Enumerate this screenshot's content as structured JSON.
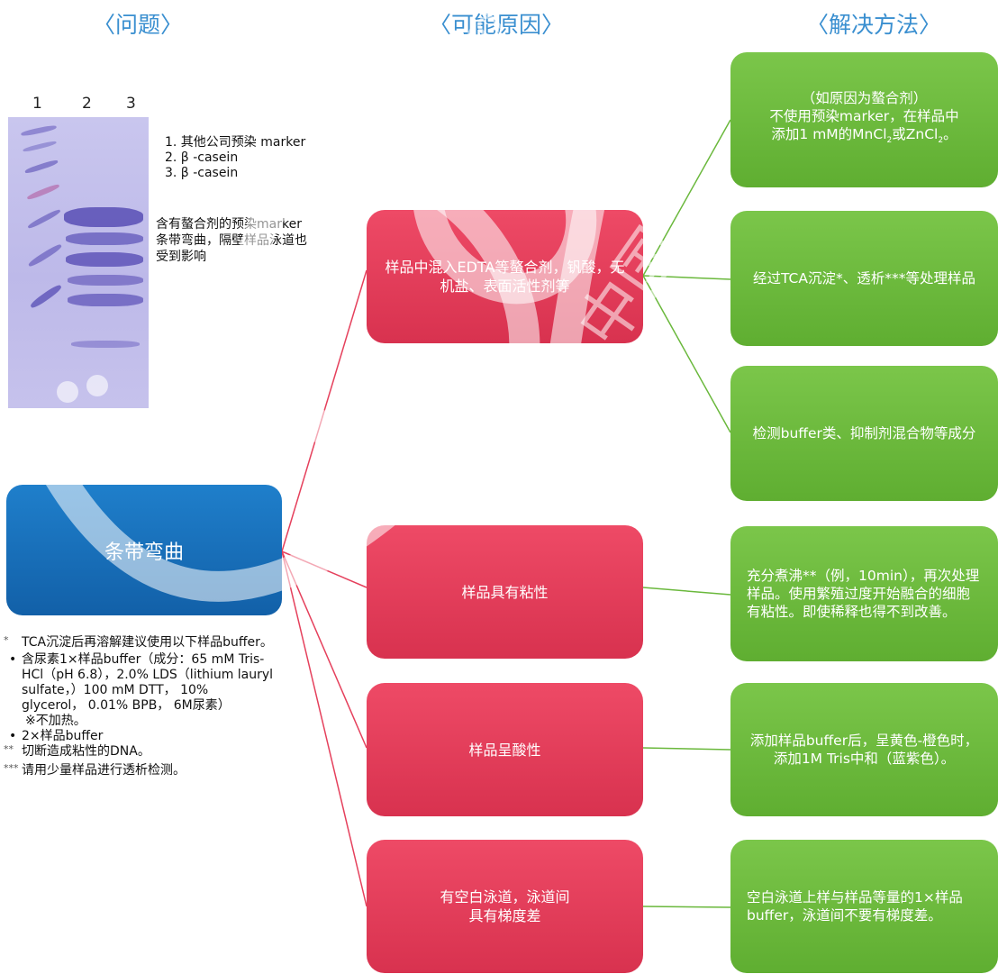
{
  "headers": {
    "problem": "〈问题〉",
    "cause": "〈可能原因〉",
    "solution": "〈解决方法〉"
  },
  "gel": {
    "lanes": [
      "1",
      "2",
      "3"
    ],
    "legend": [
      "1. 其他公司预染 marker",
      "2. β -casein",
      "3. β -casein"
    ],
    "note": "含有螯合剂的预染marker条带弯曲，隔壁样品泳道也受到影响"
  },
  "problem": "条带弯曲",
  "causes": [
    "样品中混入EDTA等螯合剂，钒酸，无机盐、表面活性剂等",
    "样品具有粘性",
    "样品呈酸性",
    "有空白泳道，泳道间\n具有梯度差"
  ],
  "solutions": {
    "chelator": {
      "line1": "（如原因为螯合剂）",
      "line2": "不使用预染marker，在样品中",
      "line3_pre": "添加1 mM的MnCl",
      "sub": "2",
      "line3_mid": "或ZnCl",
      "line3_end": "。"
    },
    "tca": "经过TCA沉淀*、透析***等处理样品",
    "buffer_check": "检测buffer类、抑制剂混合物等成分",
    "boil": "充分煮沸**（例，10min），再次处理样品。使用繁殖过度开始融合的细胞有粘性。即使稀释也得不到改善。",
    "tris": "添加样品buffer后，呈黄色-橙色时，添加1M Tris中和（蓝紫色）。",
    "blank": "空白泳道上样与样品等量的1×样品buffer，泳道间不要有梯度差。"
  },
  "footnotes": {
    "star1_mark": "*",
    "star1": "TCA沉淀后再溶解建议使用以下样品buffer。",
    "bullet1": "含尿素1×样品buffer（成分：65 mM Tris-HCl（pH 6.8），2.0% LDS（lithium lauryl sulfate，）100 mM DTT， 10% glycerol， 0.01% BPB， 6M尿素）",
    "bullet1_note": "※不加热。",
    "bullet2": "2×样品buffer",
    "star2_mark": "**",
    "star2": "切断造成粘性的DNA。",
    "star3_mark": "***",
    "star3": "请用少量样品进行透析检测。"
  },
  "colors": {
    "header": "#3a8fd0",
    "problem_box": "#1a6fbd",
    "cause_box": "#e5405c",
    "solution_box": "#6ab83c",
    "connector_red": "#e5405c",
    "connector_green": "#6ab83c"
  },
  "watermark": "www.boppard 宝柏 . 中国"
}
